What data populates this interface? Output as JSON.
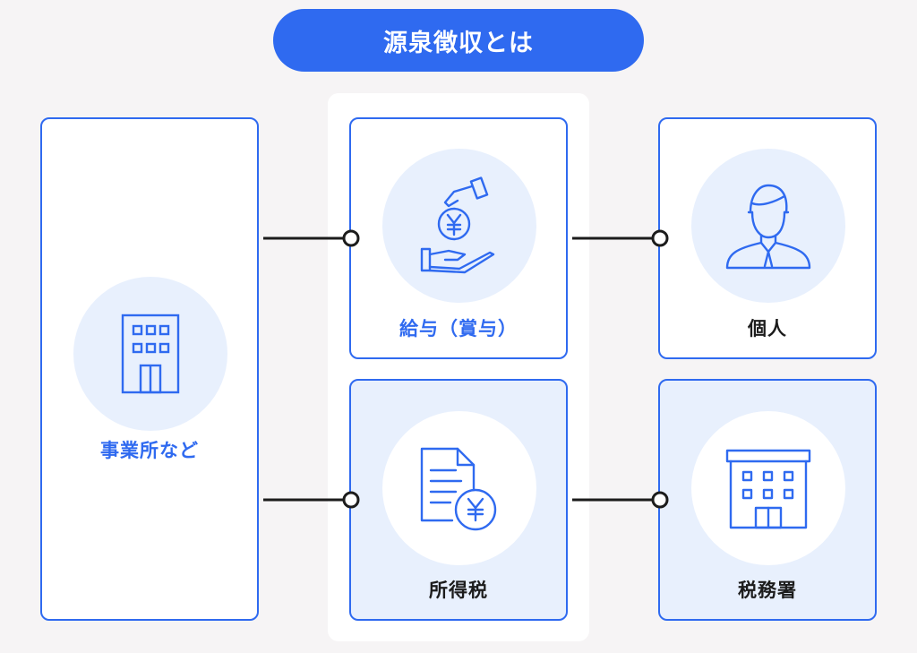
{
  "title": "源泉徴収とは",
  "boxes": {
    "employer": {
      "label": "事業所など",
      "icon": "office-building-icon"
    },
    "salary": {
      "label": "給与（賞与）",
      "icon": "yen-coin-hand-icon"
    },
    "individual": {
      "label": "個人",
      "icon": "person-icon"
    },
    "income_tax": {
      "label": "所得税",
      "icon": "yen-document-icon"
    },
    "tax_office": {
      "label": "税務署",
      "icon": "tax-office-building-icon"
    }
  },
  "colors": {
    "accent": "#2f6af0",
    "light_fill": "#e8f0fd",
    "connector": "#1c1c1c",
    "background": "#f6f4f5"
  }
}
